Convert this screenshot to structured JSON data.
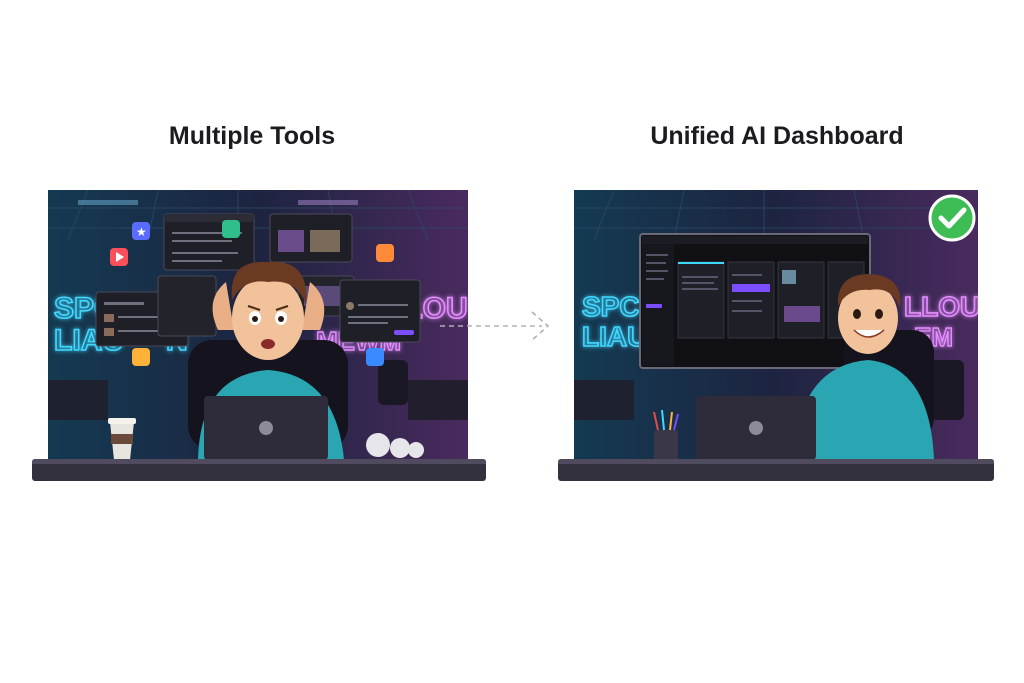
{
  "left": {
    "title": "Multiple Tools",
    "neon_line1": "SPCO",
    "neon_line2": "LIAU",
    "neon_line3": "N",
    "neon_right1": "LLOU",
    "neon_right2": "MEWM"
  },
  "right": {
    "title": "Unified AI Dashboard",
    "neon_line1": "SPC",
    "neon_line2": "LIAU",
    "neon_right1": "LLOU",
    "neon_right2": "EM"
  },
  "colors": {
    "neon_cyan": "#3fd8ff",
    "neon_pink": "#e58cff",
    "check_green": "#3fbd55",
    "shirt_teal": "#2aa6b3",
    "accent_purple": "#7a4dff"
  }
}
